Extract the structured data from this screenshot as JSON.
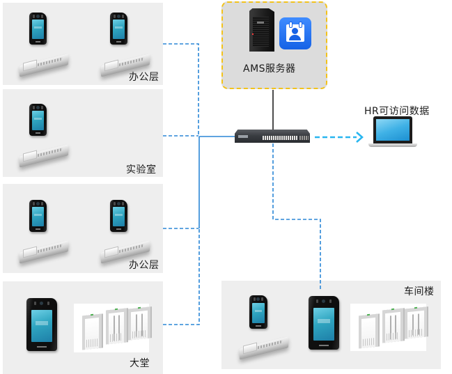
{
  "diagram": {
    "title": "门禁考勤系统网络拓扑",
    "server": {
      "label": "AMS服务器",
      "border_color": "#f2c21b",
      "icons": [
        "server-tower-icon",
        "attendance-app-icon"
      ]
    },
    "switch": {
      "icon": "network-switch-icon"
    },
    "client": {
      "label": "HR可访问数据",
      "icon": "laptop-icon"
    },
    "sites": [
      {
        "id": "office-1",
        "label": "办公层",
        "devices": [
          "face-terminal",
          "electric-lock",
          "face-terminal",
          "electric-lock"
        ]
      },
      {
        "id": "lab",
        "label": "实验室",
        "devices": [
          "face-terminal",
          "electric-lock"
        ]
      },
      {
        "id": "office-2",
        "label": "办公层",
        "devices": [
          "face-terminal",
          "electric-lock",
          "face-terminal",
          "electric-lock"
        ]
      },
      {
        "id": "lobby",
        "label": "大堂",
        "devices": [
          "face-terminal",
          "turnstile"
        ]
      },
      {
        "id": "workshop",
        "label": "车间楼",
        "devices": [
          "face-terminal",
          "electric-lock",
          "face-terminal",
          "turnstile"
        ]
      }
    ],
    "links": [
      {
        "from": "office-1",
        "to": "switch",
        "style": "dashed"
      },
      {
        "from": "lab",
        "to": "switch",
        "style": "dashed"
      },
      {
        "from": "office-2",
        "to": "switch",
        "style": "dashed"
      },
      {
        "from": "lobby",
        "to": "switch",
        "style": "dashed"
      },
      {
        "from": "server",
        "to": "switch",
        "style": "solid"
      },
      {
        "from": "switch",
        "to": "client",
        "style": "dashed-arrow"
      },
      {
        "from": "switch",
        "to": "workshop",
        "style": "dashed"
      }
    ],
    "colors": {
      "link": "#2a86d6",
      "client_link": "#29b6f0",
      "server_link": "#000000",
      "panel_bg": "#eeeeee",
      "server_bg": "#dcdcdc"
    }
  }
}
